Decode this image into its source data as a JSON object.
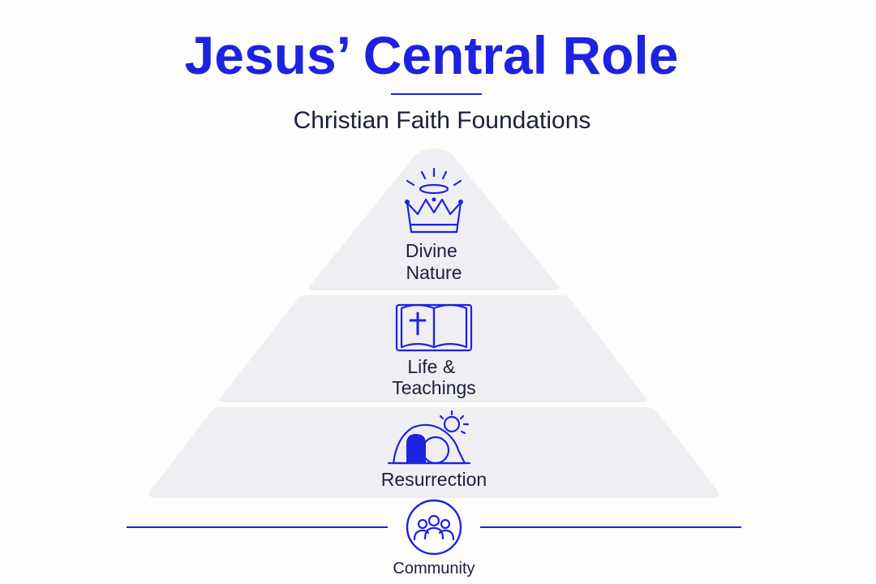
{
  "title": "Jesus’ Central Role",
  "subtitle": "Christian Faith Foundations",
  "tiers": [
    {
      "label_lines": [
        "Divine",
        "Nature"
      ],
      "icon": "crown-halo-icon"
    },
    {
      "label_lines": [
        "Life &",
        "Teachings"
      ],
      "icon": "bible-cross-icon"
    },
    {
      "label_lines": [
        "Resurrection"
      ],
      "icon": "empty-tomb-sun-icon"
    }
  ],
  "base": {
    "label": "Community",
    "icon": "community-group-icon"
  },
  "colors": {
    "accent": "#1d22e0",
    "text": "#1c1f3a",
    "tier_fill": "#efeff3",
    "background": "#fdfdfb"
  }
}
